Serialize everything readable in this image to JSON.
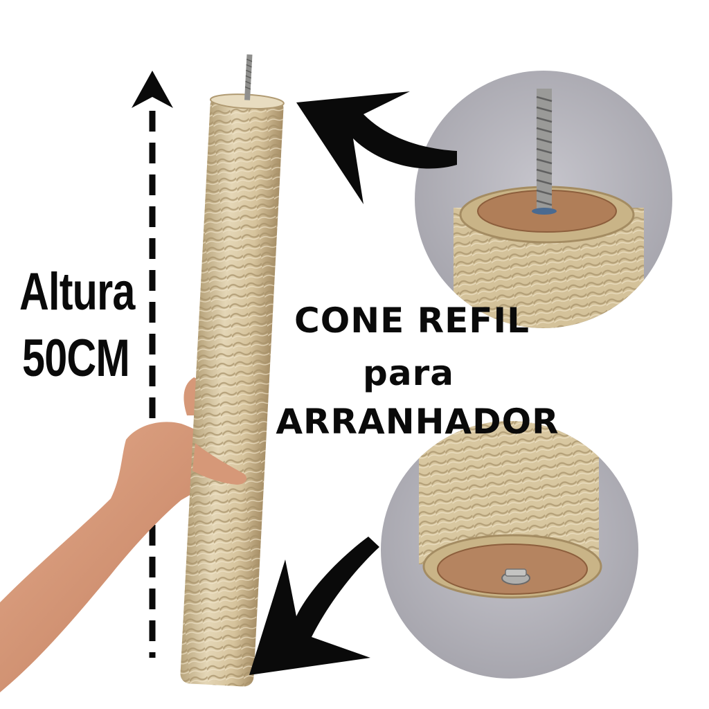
{
  "height_label": {
    "line1": "Altura",
    "line2": "50CM"
  },
  "title": {
    "line1": "CONE REFIL",
    "line2": "para",
    "line3": "ARRANHADOR"
  },
  "colors": {
    "background": "#ffffff",
    "text": "#0a0a0a",
    "sisal": "#d8c7a2",
    "sisal_dark": "#b8a47c",
    "wood": "#b08060",
    "metal": "#9a9a98",
    "skin": "#d79a7a",
    "circle_bg": "#b9b8bf"
  },
  "icons": [
    "dashed-up-arrow-icon",
    "curved-arrow-top-icon",
    "curved-arrow-bottom-icon"
  ]
}
